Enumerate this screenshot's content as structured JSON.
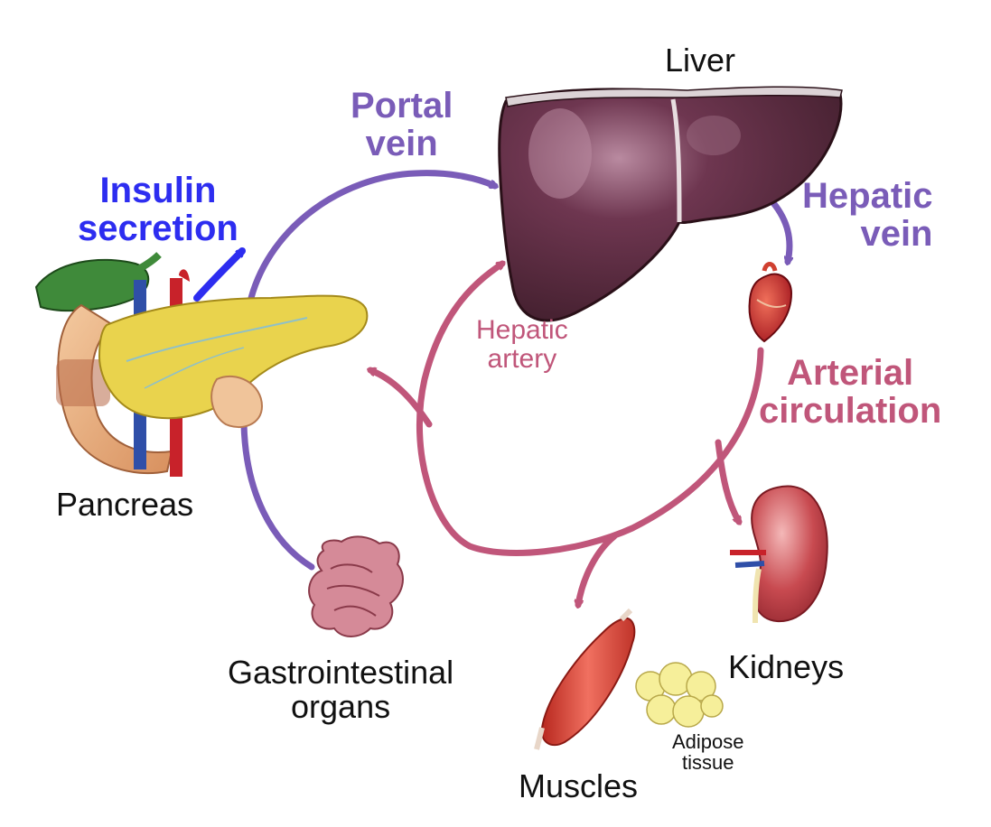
{
  "colors": {
    "insulin": "#2d2df0",
    "venous": "#7a5cb8",
    "arterial": "#c0567a",
    "liver": "#5a2a3d",
    "pancreas": "#e9d34d",
    "heart": "#c0202a",
    "kidney": "#c0484c",
    "muscle": "#d8483a",
    "adipose": "#f6ef9a",
    "intestine": "#d07a8a"
  },
  "labels": {
    "liver": "Liver",
    "portal_vein_line1": "Portal",
    "portal_vein_line2": "vein",
    "insulin_line1": "Insulin",
    "insulin_line2": "secretion",
    "hepatic_vein_line1": "Hepatic",
    "hepatic_vein_line2": "vein",
    "hepatic_artery_line1": "Hepatic",
    "hepatic_artery_line2": "artery",
    "arterial_line1": "Arterial",
    "arterial_line2": "circulation",
    "pancreas": "Pancreas",
    "gi_line1": "Gastrointestinal",
    "gi_line2": "organs",
    "kidneys": "Kidneys",
    "adipose_line1": "Adipose",
    "adipose_line2": "tissue",
    "muscles": "Muscles"
  },
  "icons": [
    "liver-icon",
    "pancreas-icon",
    "heart-icon",
    "kidney-icon",
    "muscle-icon",
    "adipose-icon",
    "intestine-icon"
  ]
}
